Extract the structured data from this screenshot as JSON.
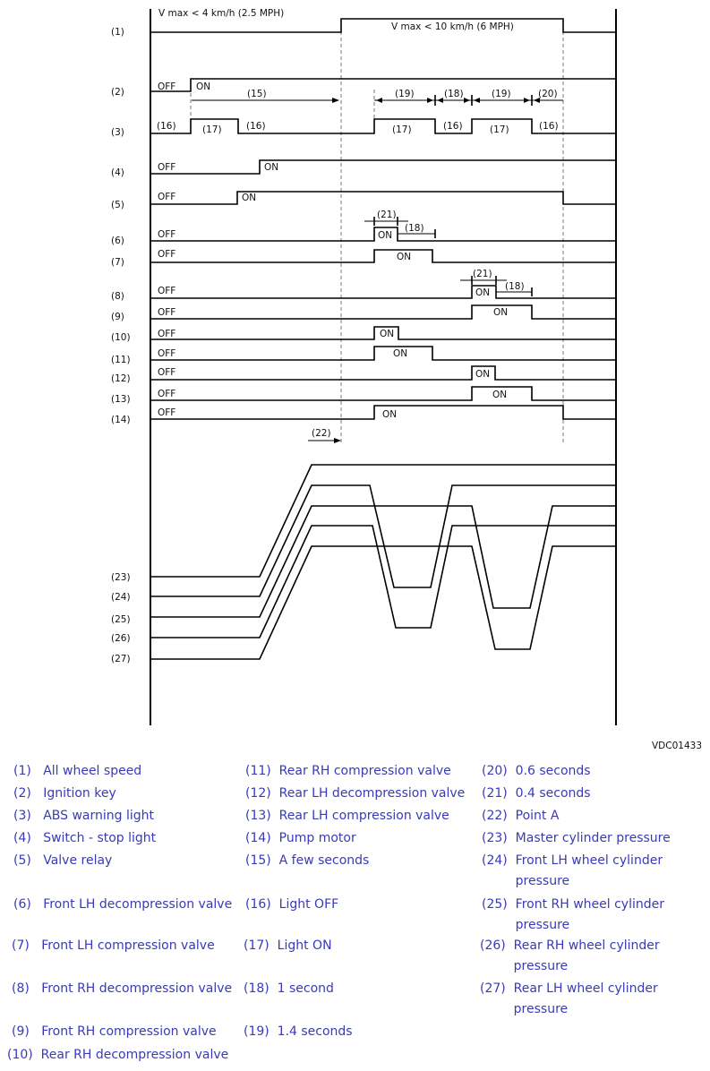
{
  "figure_code": "VDC01433",
  "speed_labels": {
    "low": "V max < 4 km/h (2.5 MPH)",
    "high": "V max < 10 km/h (6 MPH)"
  },
  "row_labels": [
    "(1)",
    "(2)",
    "(3)",
    "(4)",
    "(5)",
    "(6)",
    "(7)",
    "(8)",
    "(9)",
    "(10)",
    "(11)",
    "(12)",
    "(13)",
    "(14)"
  ],
  "pressure_labels": [
    "(23)",
    "(24)",
    "(25)",
    "(26)",
    "(27)"
  ],
  "state": {
    "off": "OFF",
    "on": "ON"
  },
  "markers": {
    "m15": "(15)",
    "m16": "(16)",
    "m17": "(17)",
    "m18": "(18)",
    "m19": "(19)",
    "m20": "(20)",
    "m21": "(21)",
    "m22": "(22)"
  },
  "legend": [
    {
      "num": "(1)",
      "text": "All wheel speed"
    },
    {
      "num": "(2)",
      "text": "Ignition key"
    },
    {
      "num": "(3)",
      "text": "ABS warning light"
    },
    {
      "num": "(4)",
      "text": "Switch - stop light"
    },
    {
      "num": "(5)",
      "text": "Valve relay"
    },
    {
      "num": "(6)",
      "text": "Front LH decompression valve"
    },
    {
      "num": "(7)",
      "text": "Front LH compression valve"
    },
    {
      "num": "(8)",
      "text": "Front RH decompression valve"
    },
    {
      "num": "(9)",
      "text": "Front RH compression valve"
    },
    {
      "num": "(10)",
      "text": "Rear RH decompression valve"
    },
    {
      "num": "(11)",
      "text": "Rear RH compression valve"
    },
    {
      "num": "(12)",
      "text": "Rear LH decompression valve"
    },
    {
      "num": "(13)",
      "text": "Rear LH compression valve"
    },
    {
      "num": "(14)",
      "text": "Pump motor"
    },
    {
      "num": "(15)",
      "text": "A few seconds"
    },
    {
      "num": "(16)",
      "text": "Light OFF"
    },
    {
      "num": "(17)",
      "text": "Light ON"
    },
    {
      "num": "(18)",
      "text": "1 second"
    },
    {
      "num": "(19)",
      "text": "1.4 seconds"
    },
    {
      "num": "(20)",
      "text": "0.6 seconds"
    },
    {
      "num": "(21)",
      "text": "0.4 seconds"
    },
    {
      "num": "(22)",
      "text": "Point A"
    },
    {
      "num": "(23)",
      "text": "Master cylinder pressure"
    },
    {
      "num": "(24)",
      "text": "Front LH wheel cylinder pressure"
    },
    {
      "num": "(25)",
      "text": "Front RH wheel cylinder pressure"
    },
    {
      "num": "(26)",
      "text": "Rear RH wheel cylinder pressure"
    },
    {
      "num": "(27)",
      "text": "Rear LH wheel cylinder pressure"
    }
  ]
}
